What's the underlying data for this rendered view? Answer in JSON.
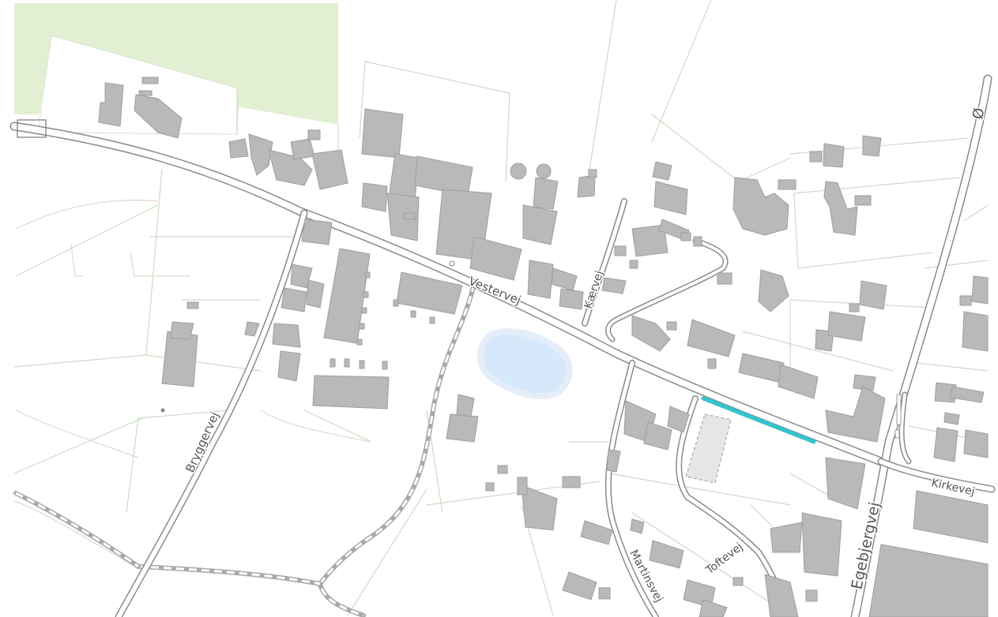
{
  "map": {
    "labels": {
      "vestervej": "Vestervej",
      "kaervej": "Kærvej",
      "bryggervej": "Bryggervej",
      "egebjergvej": "Egebjergvej",
      "kirkevej": "Kirkevej",
      "toftevej": "Toftevej",
      "martinsvej": "Martinsvej",
      "edge_fragment": "Ø"
    },
    "colors": {
      "background": "#ffffff",
      "field": "#e3efd3",
      "lake": "#d6e9fb",
      "building": "#b9b9b9",
      "parcel": "#c9dcc4",
      "highlight": "#30c6cf"
    },
    "highlight_segment": "cyan-highlighted-road-segment"
  }
}
